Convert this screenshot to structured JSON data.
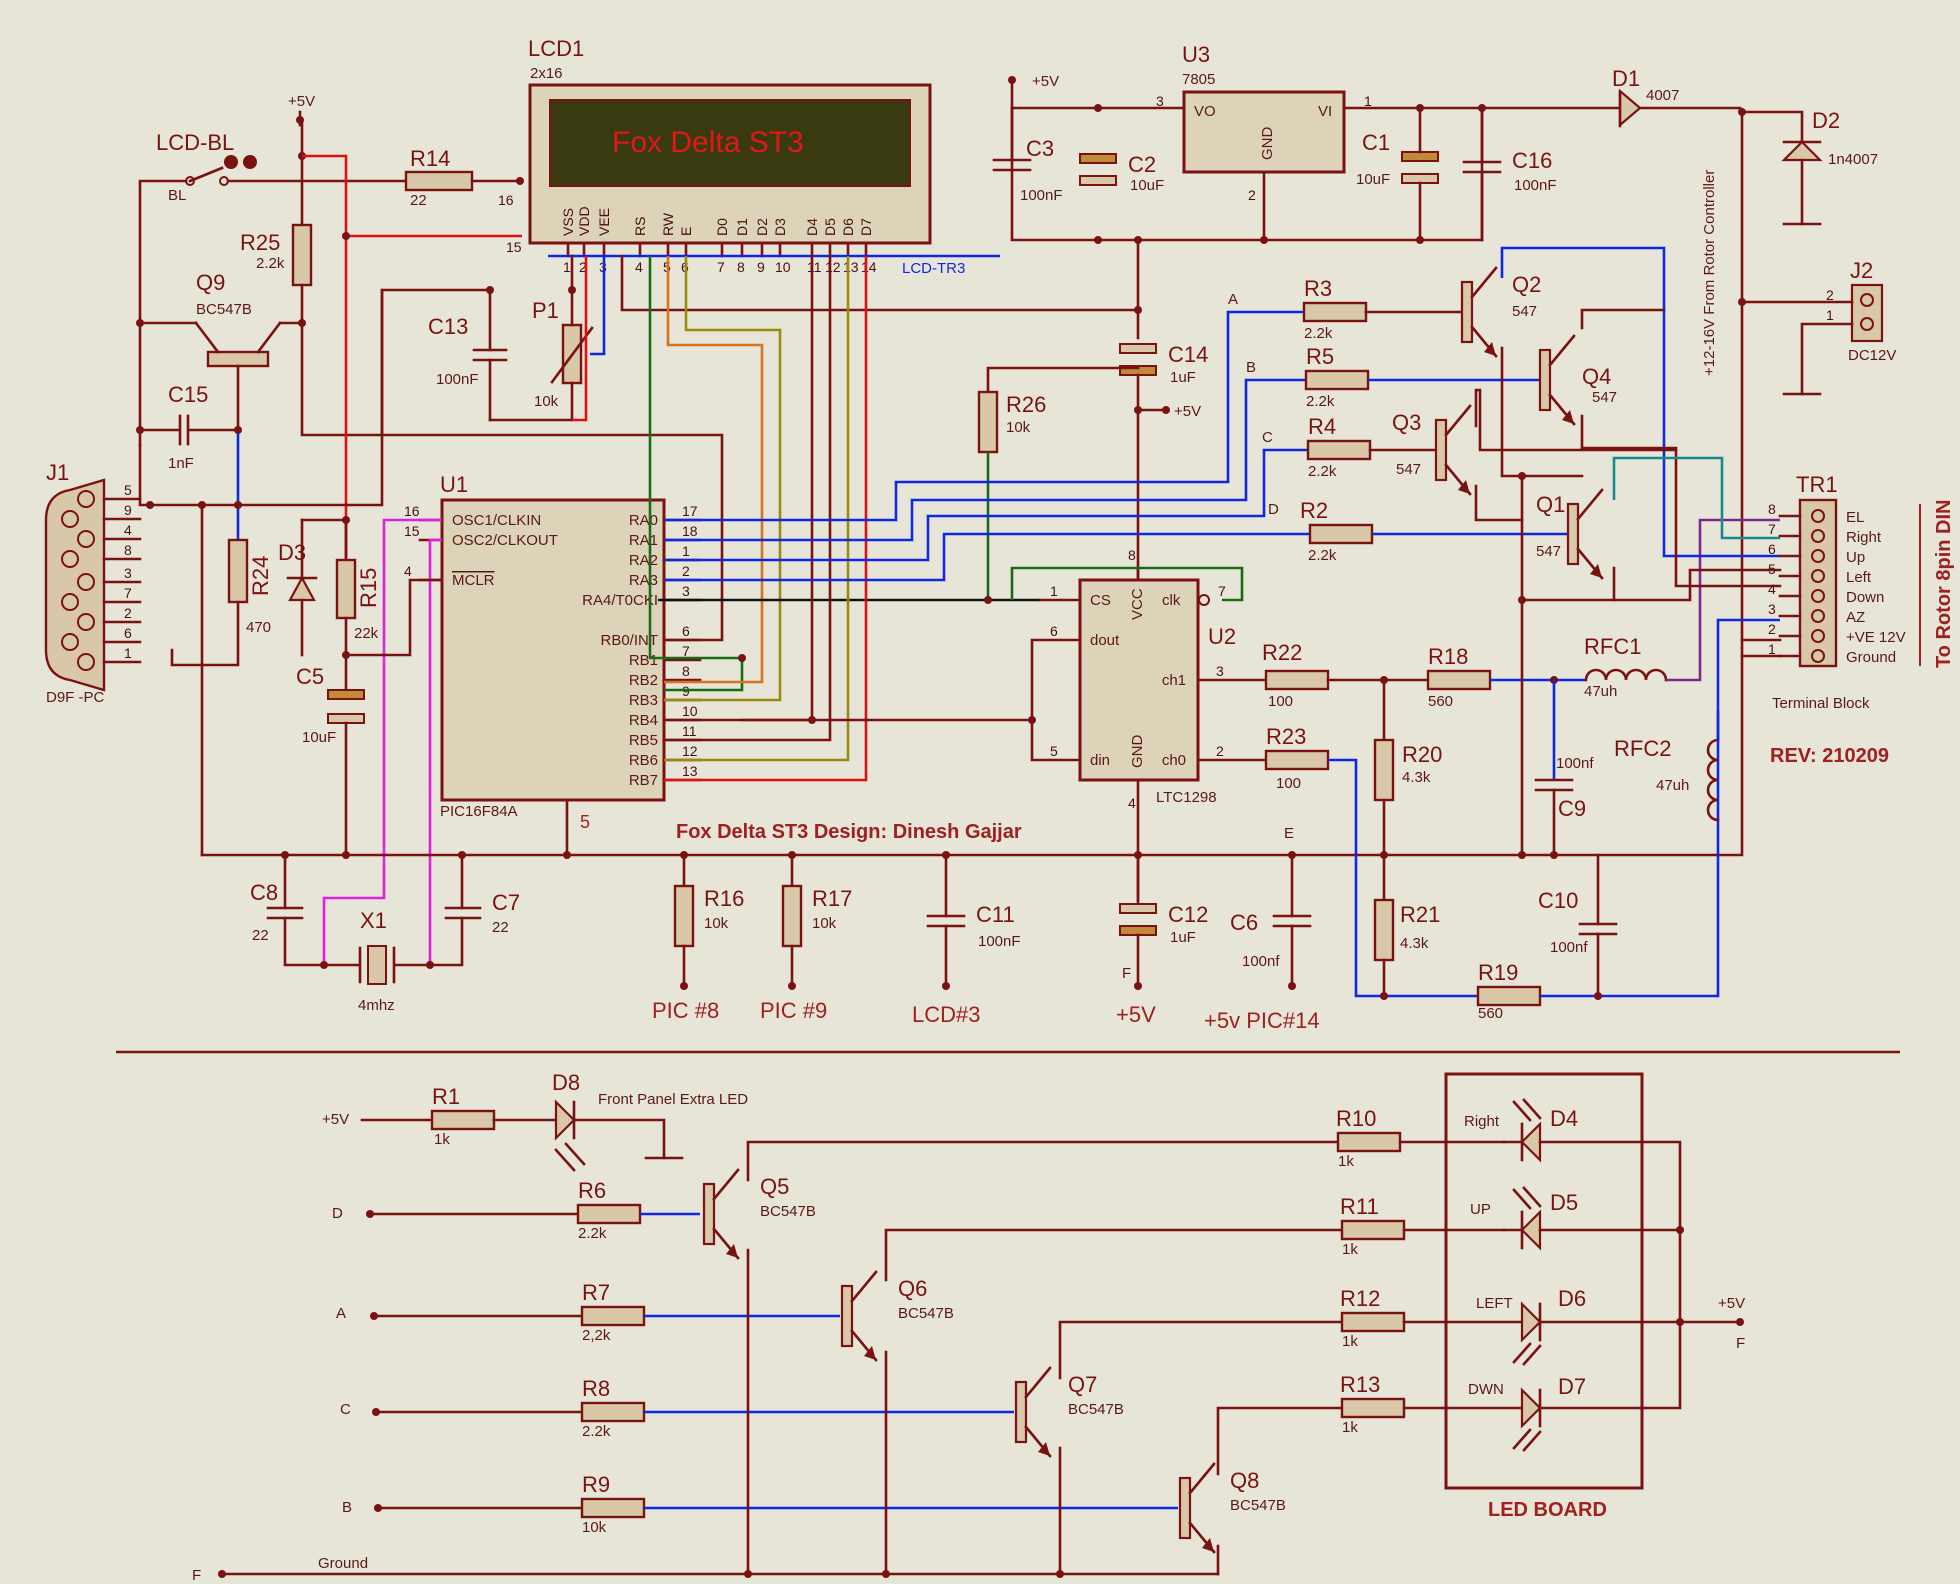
{
  "labels": {
    "lcd_ref": "LCD1",
    "lcd_type": "2x16",
    "lcd_text": "Fox Delta ST3",
    "lcd_pins": [
      "VSS",
      "VDD",
      "VEE",
      "RS",
      "RW",
      "E",
      "D0",
      "D1",
      "D2",
      "D3",
      "D4",
      "D5",
      "D6",
      "D7"
    ],
    "lcd_pin_nums": [
      "1",
      "2",
      "3",
      "4",
      "5",
      "6",
      "7",
      "8",
      "9",
      "10",
      "11",
      "12",
      "13",
      "14"
    ],
    "lcd_tr3": "LCD-TR3",
    "lcd_bl": "LCD-BL",
    "bl": "BL",
    "vcc5": "+5V",
    "r14": "R14",
    "r14v": "22",
    "p16": "16",
    "p15": "15",
    "r25": "R25",
    "r25v": "2.2k",
    "q9": "Q9",
    "q9v": "BC547B",
    "c13": "C13",
    "c13v": "100nF",
    "p1": "P1",
    "p1v": "10k",
    "c15": "C15",
    "c15v": "1nF",
    "j1": "J1",
    "j1v": "D9F -PC",
    "j1_pins": [
      "5",
      "9",
      "4",
      "8",
      "3",
      "7",
      "2",
      "6",
      "1"
    ],
    "u1": "U1",
    "u1v": "PIC16F84A",
    "u1p5": "5",
    "u1_left": [
      "OSC1/CLKIN",
      "OSC2/CLKOUT",
      "MCLR"
    ],
    "u1_left_nums": [
      "16",
      "15",
      "4"
    ],
    "u1_right": [
      "RA0",
      "RA1",
      "RA2",
      "RA3",
      "RA4/T0CKI",
      "RB0/INT",
      "RB1",
      "RB2",
      "RB3",
      "RB4",
      "RB5",
      "RB6",
      "RB7"
    ],
    "u1_right_nums": [
      "17",
      "18",
      "1",
      "2",
      "3",
      "6",
      "7",
      "8",
      "9",
      "10",
      "11",
      "12",
      "13"
    ],
    "d3": "D3",
    "r15": "R15",
    "r15v": "22k",
    "r24": "R24",
    "r24v": "470",
    "c5": "C5",
    "c5v": "10uF",
    "c8": "C8",
    "c8v": "22",
    "x1": "X1",
    "x1v": "4mhz",
    "c7": "C7",
    "c7v": "22",
    "c3": "C3",
    "c3v": "100nF",
    "c2": "C2",
    "c2v": "10uF",
    "u3": "U3",
    "u3v": "7805",
    "vo": "VO",
    "vi": "VI",
    "gnd": "GND",
    "u3p3": "3",
    "u3p1": "1",
    "u3p2": "2",
    "c1": "C1",
    "c1v": "10uF",
    "c16": "C16",
    "c16v": "100nF",
    "d1": "D1",
    "d1v": "4007",
    "d2": "D2",
    "d2v": "1n4007",
    "j2": "J2",
    "j2v": "DC12V",
    "j2p2": "2",
    "j2p1": "1",
    "vin_note": "+12-16V From Rotor Controller",
    "c14": "C14",
    "c14v": "1uF",
    "r26": "R26",
    "r26v": "10k",
    "r3": "R3",
    "r3v": "2.2k",
    "r5": "R5",
    "r5v": "2.2k",
    "r4": "R4",
    "r4v": "2.2k",
    "r2": "R2",
    "r2v": "2.2k",
    "q2": "Q2",
    "q2v": "547",
    "q4": "Q4",
    "q4v": "547",
    "q3": "Q3",
    "q3v": "547",
    "q1": "Q1",
    "q1v": "547",
    "net_a": "A",
    "net_b": "B",
    "net_c": "C",
    "net_d": "D",
    "net_e": "E",
    "net_f": "F",
    "tr1": "TR1",
    "tr1v": "Terminal Block",
    "tr1_nums": [
      "8",
      "7",
      "6",
      "5",
      "4",
      "3",
      "2",
      "1"
    ],
    "tr1_names": [
      "EL",
      "Right",
      "Up",
      "Left",
      "Down",
      "AZ",
      "+VE 12V",
      "Ground"
    ],
    "rotor_note": "To Rotor 8pin DIN",
    "u2": "U2",
    "u2v": "LTC1298",
    "u2_pins": [
      "CS",
      "VCC",
      "clk",
      "dout",
      "ch1",
      "din",
      "GND",
      "ch0"
    ],
    "u2_nums": [
      "1",
      "8",
      "7",
      "6",
      "3",
      "5",
      "4",
      "2"
    ],
    "r22": "R22",
    "r22v": "100",
    "r23": "R23",
    "r23v": "100",
    "r18": "R18",
    "r18v": "560",
    "r20": "R20",
    "r20v": "4.3k",
    "r21": "R21",
    "r21v": "4.3k",
    "r19": "R19",
    "r19v": "560",
    "rfc1": "RFC1",
    "rfc1v": "47uh",
    "rfc2": "RFC2",
    "rfc2v": "47uh",
    "c9": "C9",
    "c9v": "100nf",
    "c10": "C10",
    "c10v": "100nf",
    "rev": "REV: 210209",
    "design": "Fox Delta ST3  Design: Dinesh Gajjar",
    "r16": "R16",
    "r16v": "10k",
    "r17": "R17",
    "r17v": "10k",
    "c11": "C11",
    "c11v": "100nF",
    "c12": "C12",
    "c12v": "1uF",
    "c6": "C6",
    "c6v": "100nf",
    "pic8": "PIC #8",
    "pic9": "PIC #9",
    "lcd3": "LCD#3",
    "p5v": "+5V",
    "p5vpic": "+5v PIC#14",
    "r1": "R1",
    "r1v": "1k",
    "d8": "D8",
    "d8note": "Front Panel Extra LED",
    "r6": "R6",
    "r6v": "2.2k",
    "r7": "R7",
    "r7v": "2,2k",
    "r8": "R8",
    "r8v": "2.2k",
    "r9": "R9",
    "r9v": "10k",
    "q5": "Q5",
    "q6": "Q6",
    "q7": "Q7",
    "q8": "Q8",
    "bc547b": "BC547B",
    "r10": "R10",
    "r11": "R11",
    "r12": "R12",
    "r13": "R13",
    "onek": "1k",
    "d4": "D4",
    "d5": "D5",
    "d6": "D6",
    "d7": "D7",
    "led_right": "Right",
    "led_up": "UP",
    "led_left": "LEFT",
    "led_dwn": "DWN",
    "led_board": "LED BOARD",
    "ground": "Ground"
  },
  "colors": {
    "background": "#e6e5d7",
    "wire": "#7a1212",
    "green_wire": "#1a6b17",
    "blue_wire": "#1028e0",
    "red_wire": "#e01010",
    "magenta_wire": "#e020e0",
    "lcd_screen": "#3a3a10",
    "lcd_text": "#e01818"
  }
}
